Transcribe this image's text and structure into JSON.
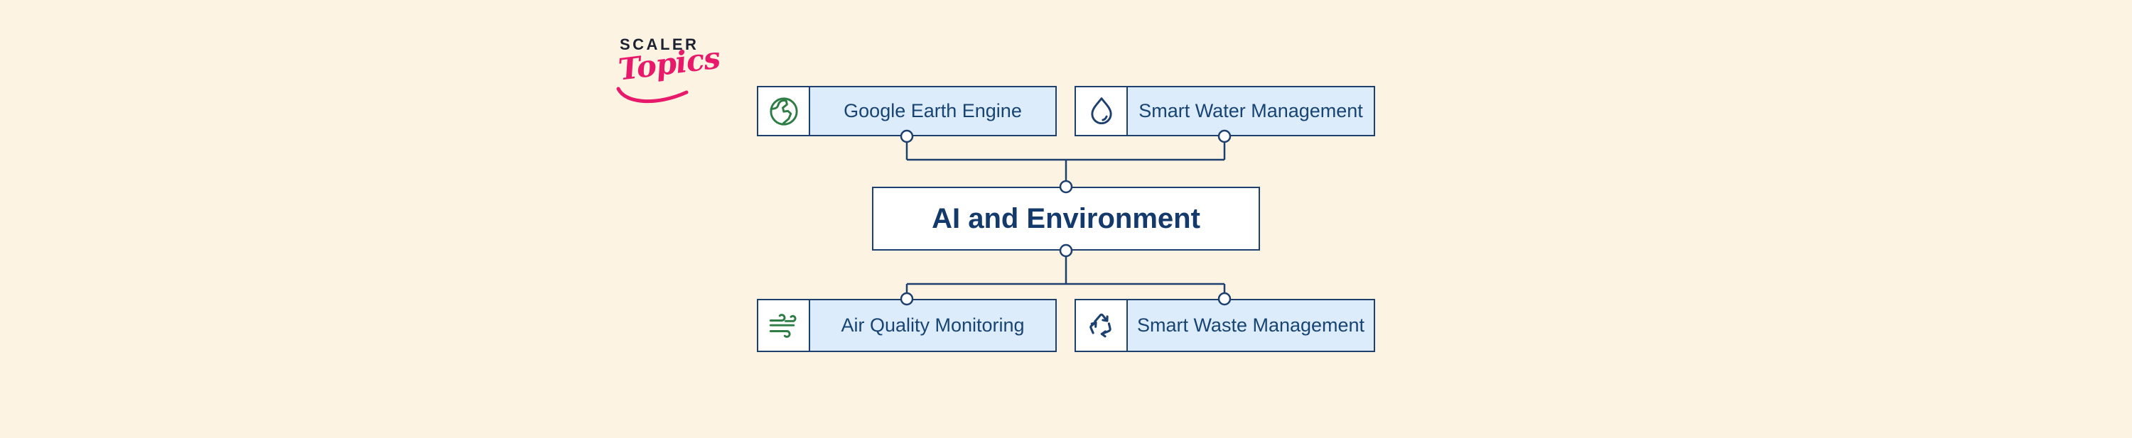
{
  "logo": {
    "brand": "SCALER",
    "sub": "Topics"
  },
  "diagram": {
    "center": {
      "label": "AI and Environment"
    },
    "top_row": [
      {
        "id": "google-earth-engine",
        "label": "Google Earth Engine",
        "icon": "globe-icon"
      },
      {
        "id": "smart-water-management",
        "label": "Smart Water Management",
        "icon": "water-drop-icon"
      }
    ],
    "bottom_row": [
      {
        "id": "air-quality-monitoring",
        "label": "Air Quality Monitoring",
        "icon": "wind-icon"
      },
      {
        "id": "smart-waste-management",
        "label": "Smart Waste Management",
        "icon": "recycle-icon"
      }
    ]
  },
  "colors": {
    "background": "#FCF3E2",
    "node_fill": "#DDECFB",
    "node_border": "#1E406E",
    "node_text": "#174473",
    "center_fill": "#FFFFFF",
    "center_text": "#14396B",
    "connector_line": "#1E406E",
    "icon_green": "#2E7D44",
    "icon_navy": "#1E406E",
    "logo_navy": "#1C2131",
    "logo_pink": "#E8196B"
  }
}
